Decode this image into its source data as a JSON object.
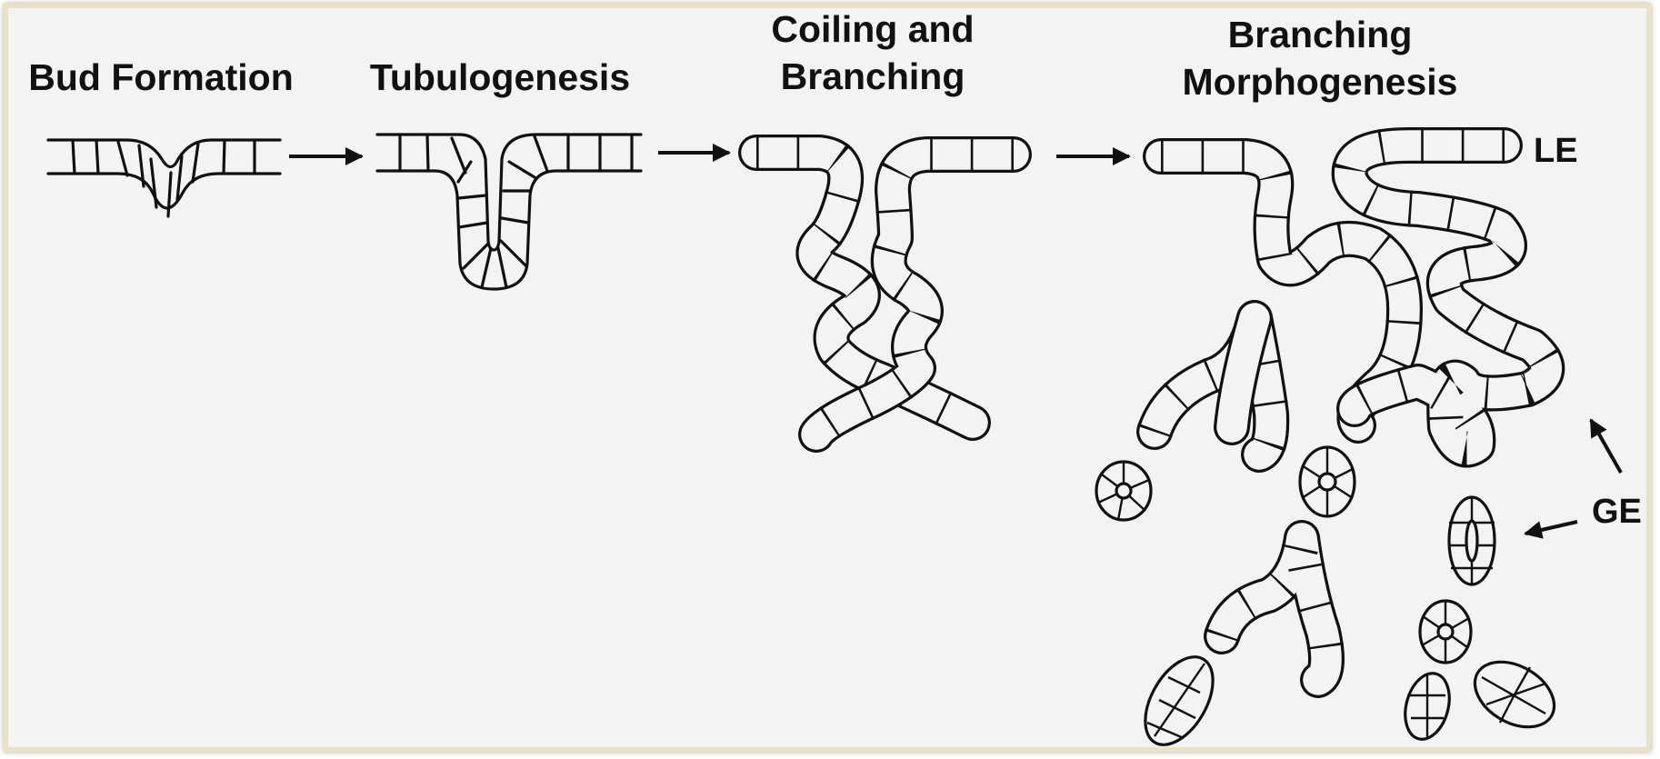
{
  "stages": [
    {
      "id": "bud",
      "lines": [
        "Bud Formation"
      ]
    },
    {
      "id": "tubulo",
      "lines": [
        "Tubulogenesis"
      ]
    },
    {
      "id": "coil",
      "lines": [
        "Coiling and",
        "Branching"
      ]
    },
    {
      "id": "branch",
      "lines": [
        "Branching",
        "Morphogenesis"
      ]
    }
  ],
  "labels": {
    "le": "LE",
    "ge": "GE"
  },
  "colors": {
    "background": "#f3f3f3",
    "ink": "#111111",
    "frame": "#e9e3c4"
  }
}
